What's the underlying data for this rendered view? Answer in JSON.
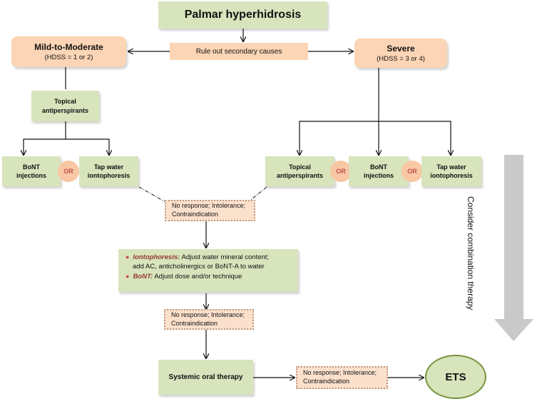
{
  "nodes": {
    "title": "Palmar hyperhidrosis",
    "rule_out": "Rule out secondary causes",
    "mild": {
      "title": "Mild-to-Moderate",
      "sub": "(HDSS = 1 or 2)"
    },
    "severe": {
      "title": "Severe",
      "sub": "(HDSS = 3 or 4)"
    },
    "mild_topical": [
      "Topical",
      "antiperspirants"
    ],
    "mild_bont": [
      "BoNT",
      "injections"
    ],
    "mild_tap": [
      "Tap water",
      "iontophoresis"
    ],
    "sev_topical": [
      "Topical",
      "antiperspirants"
    ],
    "sev_bont": [
      "BoNT",
      "injections"
    ],
    "sev_tap": [
      "Tap water",
      "iontophoresis"
    ],
    "or_label": "OR",
    "no_response_1": [
      "No response; Intolerance;",
      "Contraindication"
    ],
    "adjust": {
      "ionto_term": "Iontophoresis:",
      "ionto_text_1": " Adjust water mineral content;",
      "ionto_text_2": "add AC, anticholinergics or BoNT-A  to water",
      "bont_term": "BoNT:",
      "bont_text": " Adjust dose and/or technique"
    },
    "no_response_2": [
      "No response; Intolerance;",
      "Contraindication"
    ],
    "systemic": "Systemic oral therapy",
    "no_response_3": [
      "No response; Intolerance;",
      "Contraindication"
    ],
    "ets": "ETS",
    "consider": "Consider combination therapy"
  },
  "colors": {
    "green_box": "#d8e4bc",
    "peach_box": "#fbd5b5",
    "or_circle": "#f9c7a4",
    "or_text": "#c0504d",
    "arrow_gray": "#c9c9c9"
  }
}
